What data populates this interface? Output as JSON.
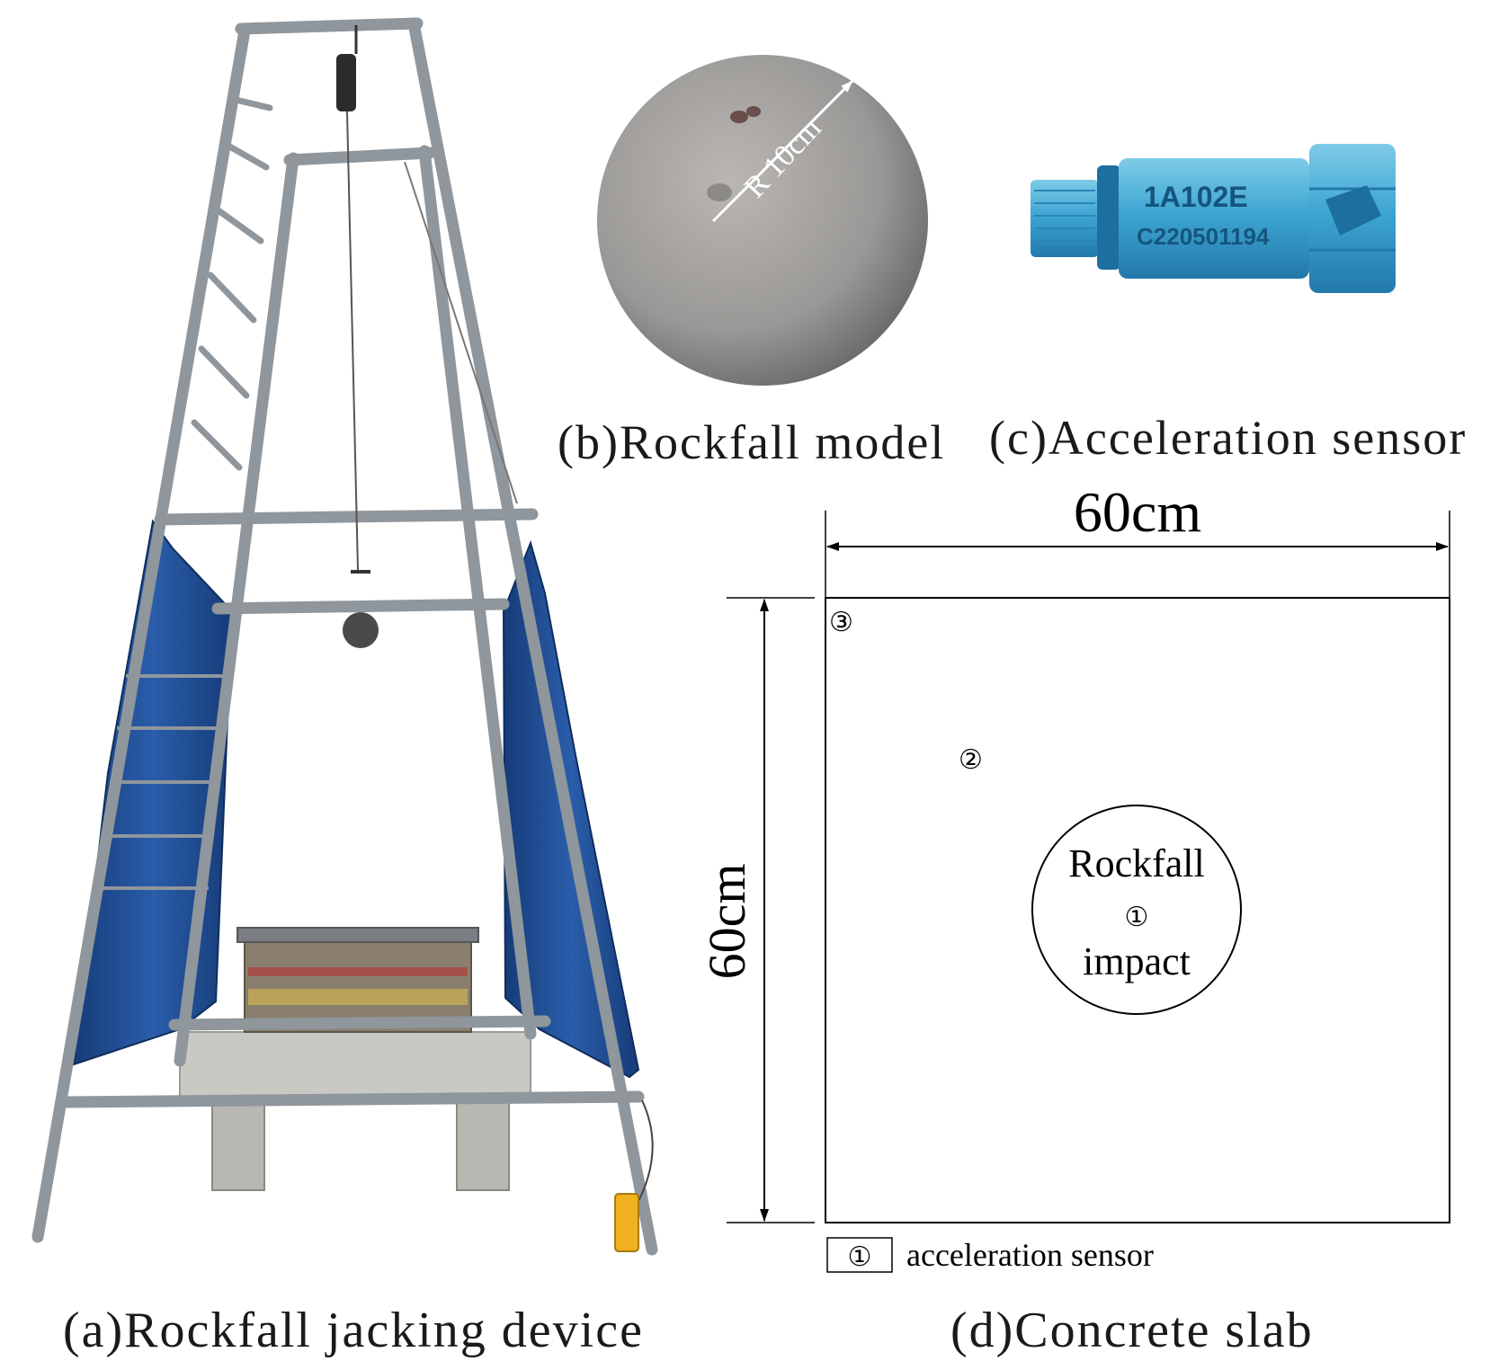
{
  "panels": {
    "a": {
      "caption": "(a)Rockfall jacking device"
    },
    "b": {
      "caption": "(b)Rockfall model",
      "radius_label": "R 10cm"
    },
    "c": {
      "caption": "(c)Acceleration sensor",
      "model_text": "1A102E",
      "serial_text": "C220501194"
    },
    "d": {
      "caption": "(d)Concrete slab",
      "width_label": "60cm",
      "height_label": "60cm",
      "impact_line1": "Rockfall",
      "impact_line2": "impact",
      "sensor1": "①",
      "sensor2": "②",
      "sensor3": "③",
      "legend_symbol": "①",
      "legend_text": "acceleration sensor"
    }
  },
  "colors": {
    "frame": "#8f969c",
    "tarp": "#1f4f9a",
    "tarp_dark": "#163c78",
    "concrete": "#c9c9c4",
    "rock": "#9a9896",
    "sensor": "#3ea6d2",
    "sensor_dark": "#1d6fa0",
    "hoist": "#f0b020"
  }
}
